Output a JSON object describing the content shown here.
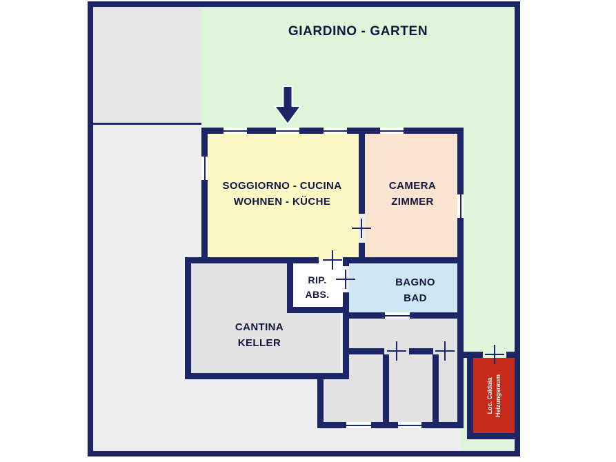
{
  "plan": {
    "garden_label": "GIARDINO - GARTEN",
    "rooms": {
      "living": {
        "line1": "SOGGIORNO - CUCINA",
        "line2": "WOHNEN - KÜCHE"
      },
      "camera": {
        "line1": "CAMERA",
        "line2": "ZIMMER"
      },
      "storage": {
        "line1": "RIP.",
        "line2": "ABS."
      },
      "bath": {
        "line1": "BAGNO",
        "line2": "BAD"
      },
      "cellar": {
        "line1": "CANTINA",
        "line2": "KELLER"
      },
      "boiler": {
        "line1": "Loc. Caldaia",
        "line2": "Heizungsraum"
      }
    },
    "colors": {
      "wall_navy": "#1c2666",
      "label_ink": "#11163d",
      "garden_green": "#def5da",
      "living_yellow": "#fdf9c4",
      "camera_peach": "#fae3cf",
      "bath_blue": "#cfe7f5",
      "cellar_gray": "#e2e2e2",
      "neighbor_gray": "#e6e6e6",
      "frame_gray": "#ededed",
      "boiler_red": "#c62a1a",
      "white_fill": "#ffffff"
    }
  }
}
